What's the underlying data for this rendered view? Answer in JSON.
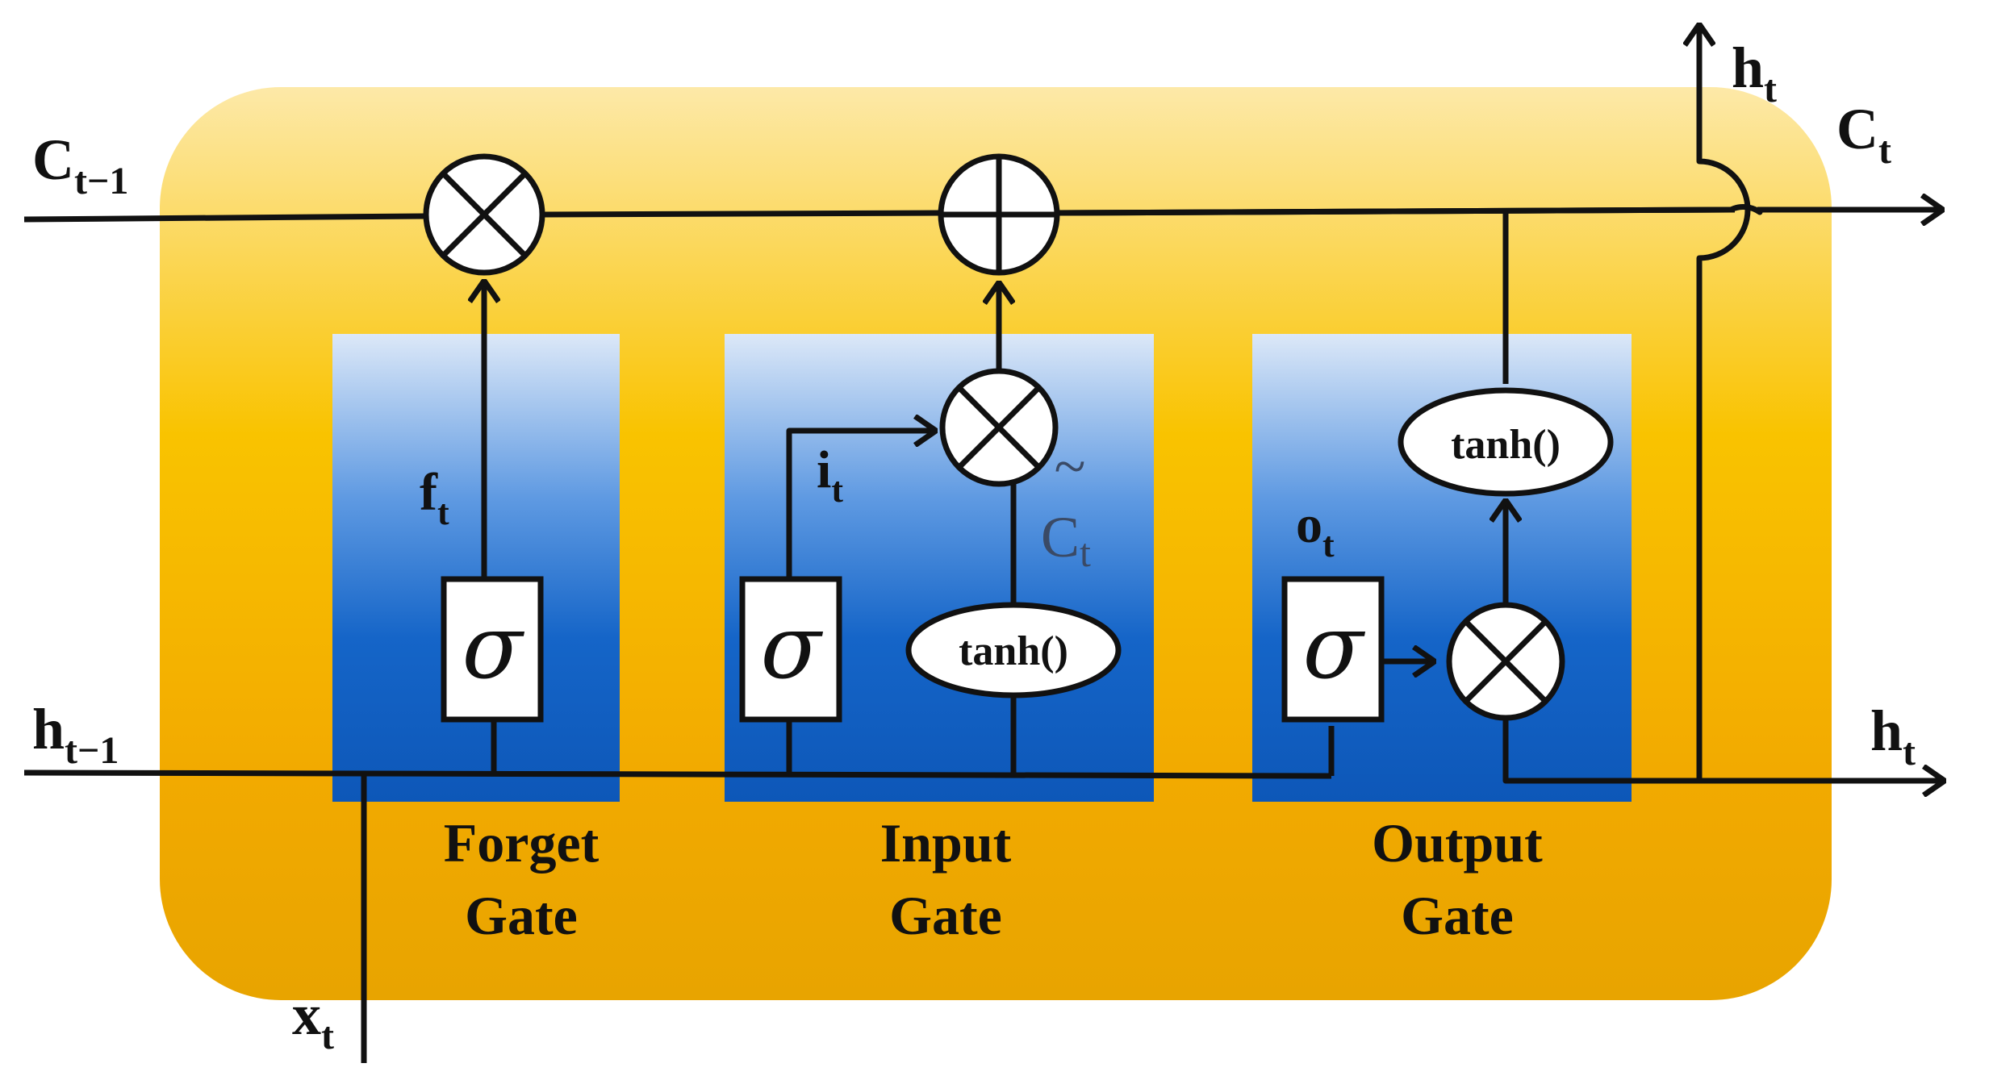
{
  "colors": {
    "cell_orange": "#f6b400",
    "gate_blue": "#1565c8",
    "gate_blue_light": "#dce8f8"
  },
  "inputs": {
    "cell_prev": {
      "main": "C",
      "sub": "t−1"
    },
    "hidden_prev": {
      "main": "h",
      "sub": "t−1"
    },
    "x_input": {
      "main": "x",
      "sub": "t"
    }
  },
  "outputs": {
    "cell_out": {
      "main": "C",
      "sub": "t"
    },
    "hidden_top": {
      "main": "h",
      "sub": "t"
    },
    "hidden_right": {
      "main": "h",
      "sub": "t"
    }
  },
  "gates": {
    "forget": {
      "line1": "Forget",
      "line2": "Gate",
      "signal": {
        "main": "f",
        "sub": "t"
      }
    },
    "input": {
      "line1": "Input",
      "line2": "Gate",
      "signal": {
        "main": "i",
        "sub": "t"
      }
    },
    "output": {
      "line1": "Output",
      "line2": "Gate",
      "signal": {
        "main": "o",
        "sub": "t"
      }
    }
  },
  "candidate": {
    "main": "C",
    "sub": "t",
    "accent": "~"
  },
  "functions": {
    "sigma": "σ",
    "tanh_input": "tanh()",
    "tanh_output": "tanh()"
  },
  "icons": {
    "multiply": "multiply-icon",
    "add": "add-icon"
  }
}
